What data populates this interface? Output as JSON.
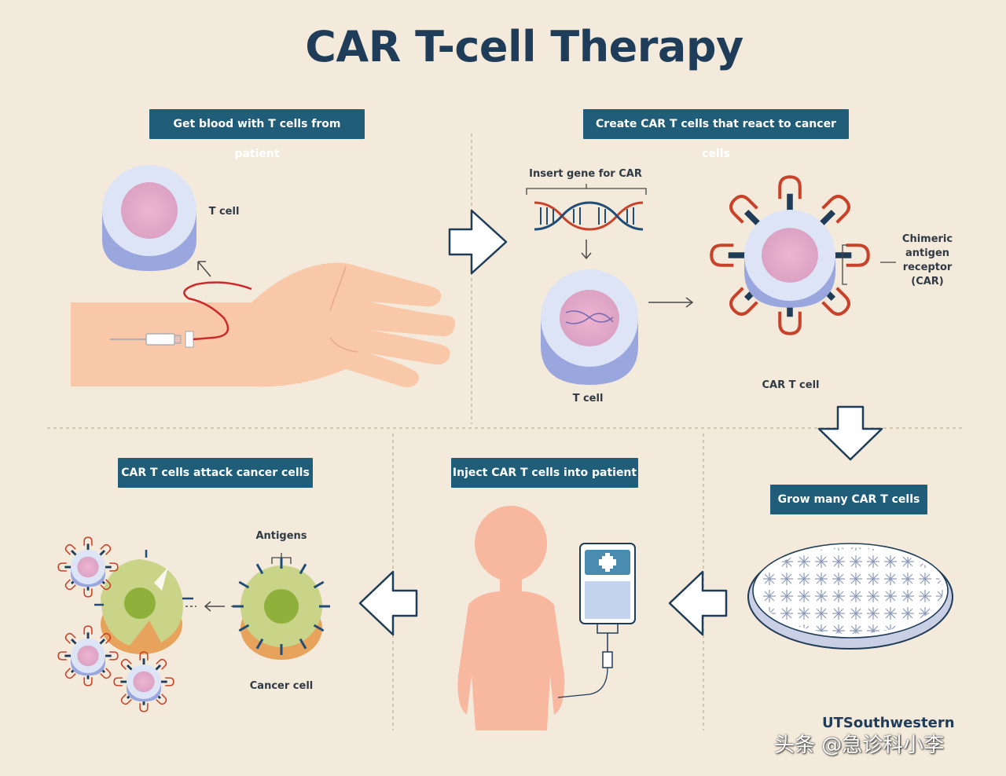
{
  "title": "CAR T-cell Therapy",
  "steps": {
    "step1": "Get blood with T cells from patient",
    "step2": "Create CAR T cells that react to cancer cells",
    "step3": "Grow many CAR T cells",
    "step4": "Inject CAR T cells into patient",
    "step5": "CAR T cells attack cancer cells"
  },
  "labels": {
    "t_cell_1": "T cell",
    "insert_gene": "Insert gene for CAR",
    "t_cell_2": "T cell",
    "car_t_cell": "CAR T cell",
    "chimeric_1": "Chimeric",
    "chimeric_2": "antigen",
    "chimeric_3": "receptor",
    "chimeric_4": "(CAR)",
    "antigens": "Antigens",
    "cancer_cell": "Cancer cell"
  },
  "footer": {
    "brand": "UTSouthwestern",
    "watermark": "头条 @急诊科小李"
  },
  "colors": {
    "background": "#f3eadb",
    "label_bg": "#1f5d78",
    "title": "#1f3d58",
    "skin": "#f8c8a8",
    "cell_outer": "#dde4f6",
    "cell_inner": "#e6a8c8",
    "receptor_red": "#c8422a",
    "receptor_stem": "#1f3d58",
    "cancer_green": "#b8c65a"
  }
}
